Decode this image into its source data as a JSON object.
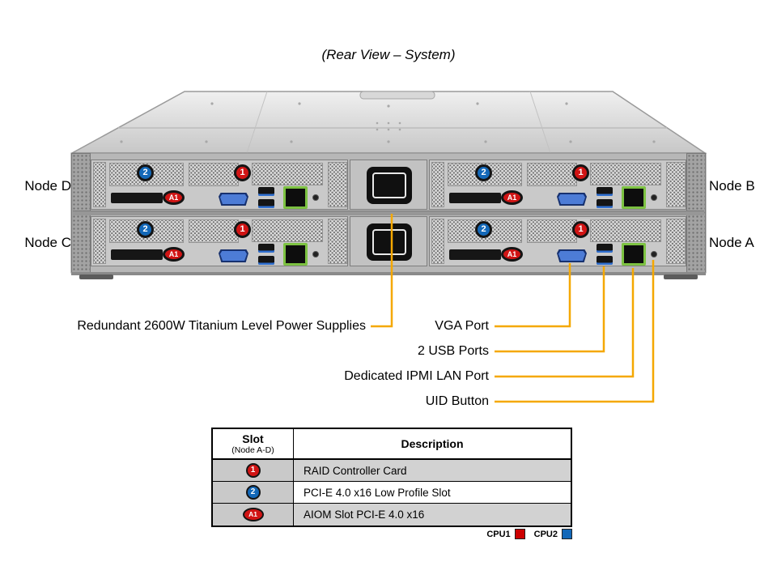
{
  "title": "(Rear View – System)",
  "nodes": {
    "top_left": "Node D",
    "top_right": "Node B",
    "bottom_left": "Node C",
    "bottom_right": "Node A"
  },
  "badges": {
    "raid": "1",
    "pcie": "2",
    "aiom": "A1"
  },
  "callouts": {
    "psu": "Redundant 2600W Titanium Level Power Supplies",
    "vga": "VGA Port",
    "usb": "2 USB Ports",
    "ipmi": "Dedicated IPMI LAN Port",
    "uid": "UID Button"
  },
  "table": {
    "header": {
      "slot_line1": "Slot",
      "slot_line2": "(Node A-D)",
      "description": "Description"
    },
    "rows": [
      {
        "slot": "1",
        "color": "red",
        "description": "RAID Controller Card"
      },
      {
        "slot": "2",
        "color": "blue",
        "description": "PCI-E 4.0 x16 Low Profile Slot"
      },
      {
        "slot": "A1",
        "color": "red",
        "description": "AIOM Slot PCI-E 4.0 x16"
      }
    ]
  },
  "legend": [
    {
      "label": "CPU1",
      "color": "#CC0000"
    },
    {
      "label": "CPU2",
      "color": "#1368B8"
    }
  ],
  "colors": {
    "callout_line": "#F5A800",
    "badge_red": "#D11414",
    "badge_blue": "#1368B8"
  }
}
